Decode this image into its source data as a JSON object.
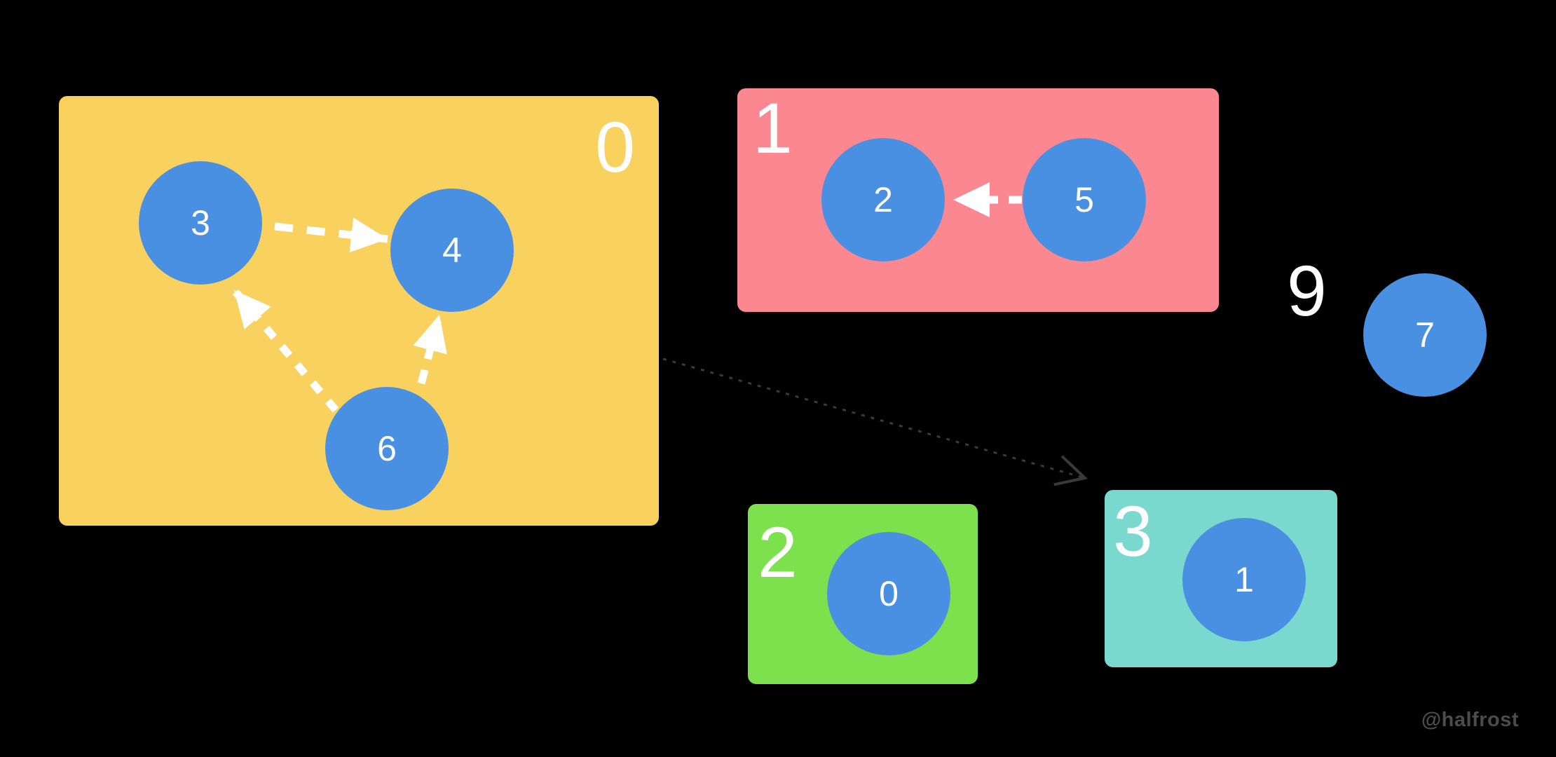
{
  "colors": {
    "background": "#000000",
    "node_fill": "#4A90E2",
    "node_text": "#FFFFFF",
    "group_0_yellow": "#F9D15F",
    "group_1_pink": "#FB8890",
    "group_2_green": "#7DE14E",
    "group_3_teal": "#79D9CE",
    "white_arrow": "#FFFFFF",
    "cross_arrow": "#3A3A3A",
    "watermark": "#4C4C4C"
  },
  "diagram": {
    "groups": [
      {
        "label": "0",
        "color": "#F9D15F",
        "nodes": [
          {
            "label": "3"
          },
          {
            "label": "4"
          },
          {
            "label": "6"
          }
        ]
      },
      {
        "label": "1",
        "color": "#FB8890",
        "nodes": [
          {
            "label": "2"
          },
          {
            "label": "5"
          }
        ]
      },
      {
        "label": "2",
        "color": "#7DE14E",
        "nodes": [
          {
            "label": "0"
          }
        ]
      },
      {
        "label": "3",
        "color": "#79D9CE",
        "nodes": [
          {
            "label": "1"
          }
        ]
      },
      {
        "label": "9",
        "color": "none",
        "nodes": [
          {
            "label": "7"
          }
        ]
      }
    ],
    "edges": [
      {
        "from": "3",
        "to": "4",
        "style": "dashed",
        "color": "#FFFFFF"
      },
      {
        "from": "6",
        "to": "3",
        "style": "dashed",
        "color": "#FFFFFF"
      },
      {
        "from": "6",
        "to": "4",
        "style": "dashed",
        "color": "#FFFFFF"
      },
      {
        "from": "5",
        "to": "2",
        "style": "dashed",
        "color": "#FFFFFF"
      },
      {
        "from": "group-0",
        "to": "group-3",
        "style": "dotted",
        "color": "#3A3A3A"
      }
    ]
  },
  "watermark": {
    "text": "@halfrost"
  }
}
